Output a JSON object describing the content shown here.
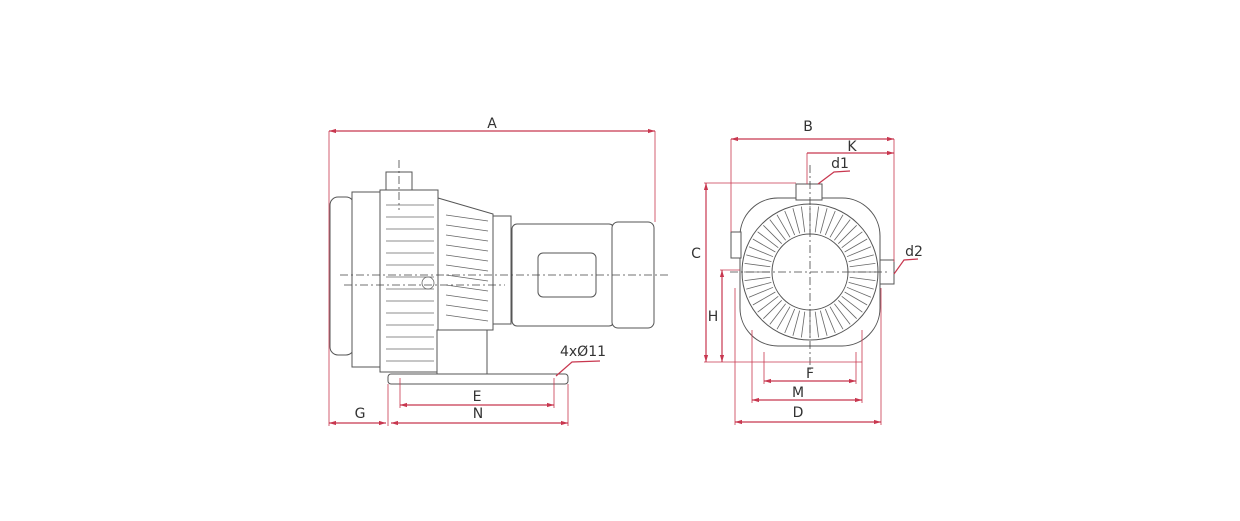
{
  "colors": {
    "dimension": "#c8374f",
    "outline": "#555555"
  },
  "side_view": {
    "labels": {
      "A": "A",
      "E": "E",
      "N": "N",
      "G": "G",
      "holes": "4xØ11"
    }
  },
  "front_view": {
    "labels": {
      "B": "B",
      "K": "K",
      "d1": "d1",
      "d2": "d2",
      "C": "C",
      "H": "H",
      "F": "F",
      "M": "M",
      "D": "D"
    }
  }
}
